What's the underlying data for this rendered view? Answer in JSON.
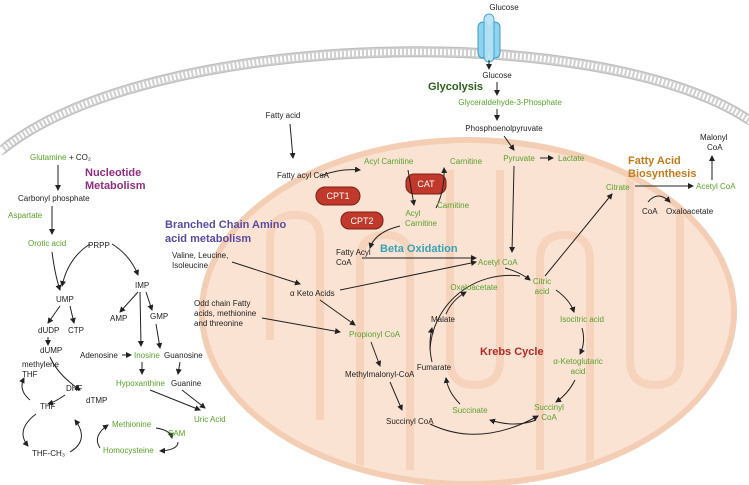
{
  "glucose": {
    "outside": "Glucose",
    "inside": "Glucose"
  },
  "glycolysis": {
    "title": "Glycolysis",
    "g3p": "Glyceraldehyde-3-Phosphate",
    "pep": "Phosphoenolpyruvate",
    "pyruvate": "Pyruvate",
    "lactate": "Lactate"
  },
  "nucleotide": {
    "title_l1": "Nucleotide",
    "title_l2": "Metabolism",
    "glutamine": "Glutamine",
    "co2": "+ CO₂",
    "carbamoyl": "Carbonyl phosphate",
    "aspartate": "Aspartate",
    "orotic": "Orotic acid",
    "prpp": "PRPP",
    "ump": "UMP",
    "imp": "IMP",
    "dudp": "dUDP",
    "ctp": "CTP",
    "dump": "dUMP",
    "amp": "AMP",
    "gmp": "GMP",
    "methylene_l1": "methylene",
    "methylene_l2": "THF",
    "dhf": "DHF",
    "dtmp": "dTMP",
    "thf": "THF",
    "thfch3": "THF-CH₃",
    "adenosine": "Adenosine",
    "inosine": "Inosine",
    "guanosine": "Guanosine",
    "hypoxanthine": "Hypoxanthine",
    "guanine": "Guanine",
    "uric": "Uric Acid",
    "methionine": "Methionine",
    "sam": "SAM",
    "homocysteine": "Homocysteine"
  },
  "fatty_acid": {
    "fa": "Fatty acid",
    "facoa": "Fatty acyl CoA",
    "acylcarn": "Acyl Carnitine",
    "carnitine_top": "Carnitine",
    "cpt1": "CPT1",
    "cat": "CAT",
    "cpt2": "CPT2",
    "acylcarn2_l1": "Acyl",
    "acylcarn2_l2": "Carnitine",
    "carnitine2": "Carnitine",
    "facoa2_l1": "Fatty Acyl",
    "facoa2_l2": "CoA",
    "beta": "Beta Oxidation"
  },
  "bcaa": {
    "title_l1": "Branched Chain Amino",
    "title_l2": "acid metabolism",
    "vli_l1": "Valine, Leucine,",
    "vli_l2": "Isoleucine",
    "keto": "α Keto Acids",
    "odd_l1": "Odd chain Fatty",
    "odd_l2": "acids, methionine",
    "odd_l3": "and threonine",
    "propionyl": "Propionyl CoA",
    "methylmalonyl": "Methylmalonyl-CoA",
    "succinylcoa": "Succinyl CoA"
  },
  "fas": {
    "title_l1": "Fatty Acid",
    "title_l2": "Biosynthesis",
    "malonyl_l1": "Malonyl",
    "malonyl_l2": "CoA",
    "citrate": "Citrate",
    "acetylcoa": "Acetyl CoA",
    "coa": "CoA",
    "oxaloacetate": "Oxaloacetate"
  },
  "krebs": {
    "title": "Krebs Cycle",
    "acetylcoa": "Acetyl CoA",
    "citric_l1": "Citric",
    "citric_l2": "acid",
    "oaa": "Oxaloacetate",
    "malate": "Malate",
    "isocitric": "Isocitric acid",
    "akg_l1": "α-Ketoglutaric",
    "akg_l2": "acid",
    "fumarate": "Fumarate",
    "succinate": "Succinate",
    "succinyl_l1": "Succinyl",
    "succinyl_l2": "CoA"
  },
  "colors": {
    "mito_fill": "#fbe3d3",
    "mito_stroke": "#f3cdb4",
    "green_text": "#5aa02c",
    "enzyme_red": "#c0392b"
  }
}
